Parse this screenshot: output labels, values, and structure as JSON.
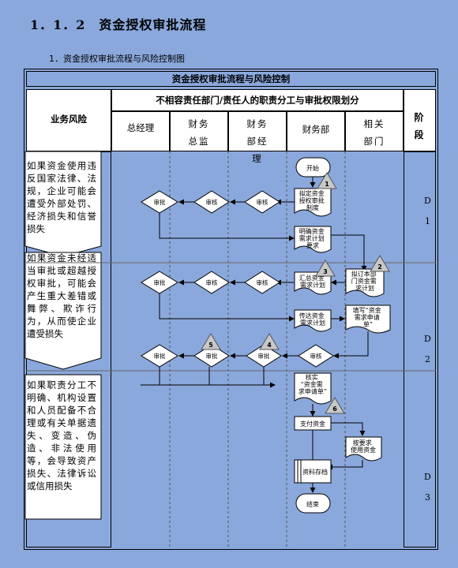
{
  "doc": {
    "section_title": "1．1．2　资金授权审批流程",
    "subtitle": "1．资金授权审批流程与风险控制图"
  },
  "table": {
    "banner": "资金授权审批流程与风险控制",
    "risk_header": "业务风险",
    "duty_header": "不相容责任部门/责任人的职责分工与审批权限划分",
    "stage_header": "阶段",
    "columns": [
      "总经理",
      "财务总监",
      "财务部经理",
      "财务部",
      "相关部门"
    ],
    "risks": [
      "如果资金使用违反国家法律、法规，企业可能会遭受外部处罚、经济损失和信誉损失",
      "如果资金未经适当审批或超越授权审批，可能会产生重大差错或舞弊、欺诈行为，从而使企业遭受损失",
      "如果职责分工不明确、机构设置和人员配备不合理或有关单据遗失、变造、伪造、非法使用等，会导致资产损失、法律诉讼或信用损失"
    ],
    "stages": [
      {
        "letter": "D",
        "num": "1"
      },
      {
        "letter": "D",
        "num": "2"
      },
      {
        "letter": "D",
        "num": "3"
      }
    ]
  },
  "flow": {
    "start": "开始",
    "end": "结束",
    "steps": {
      "draft_system": "拟定资金授权审批制度",
      "define_plan": "明确资金需求计划要求",
      "dept_plan": "拟订本部门资金需求计划",
      "summary_plan": "汇总资金需求计划",
      "issue_plan": "传达资金需求计划",
      "fill_list": "填写“资金需求申请单”",
      "verify_list": "核实“资金需求申请单”",
      "pay": "支付资金",
      "use_funds": "按要求使用资金",
      "archive": "资料存档"
    },
    "decisions": {
      "audit": "审核",
      "approve": "审批"
    },
    "markers": [
      "1",
      "2",
      "3",
      "4",
      "5",
      "6"
    ]
  }
}
